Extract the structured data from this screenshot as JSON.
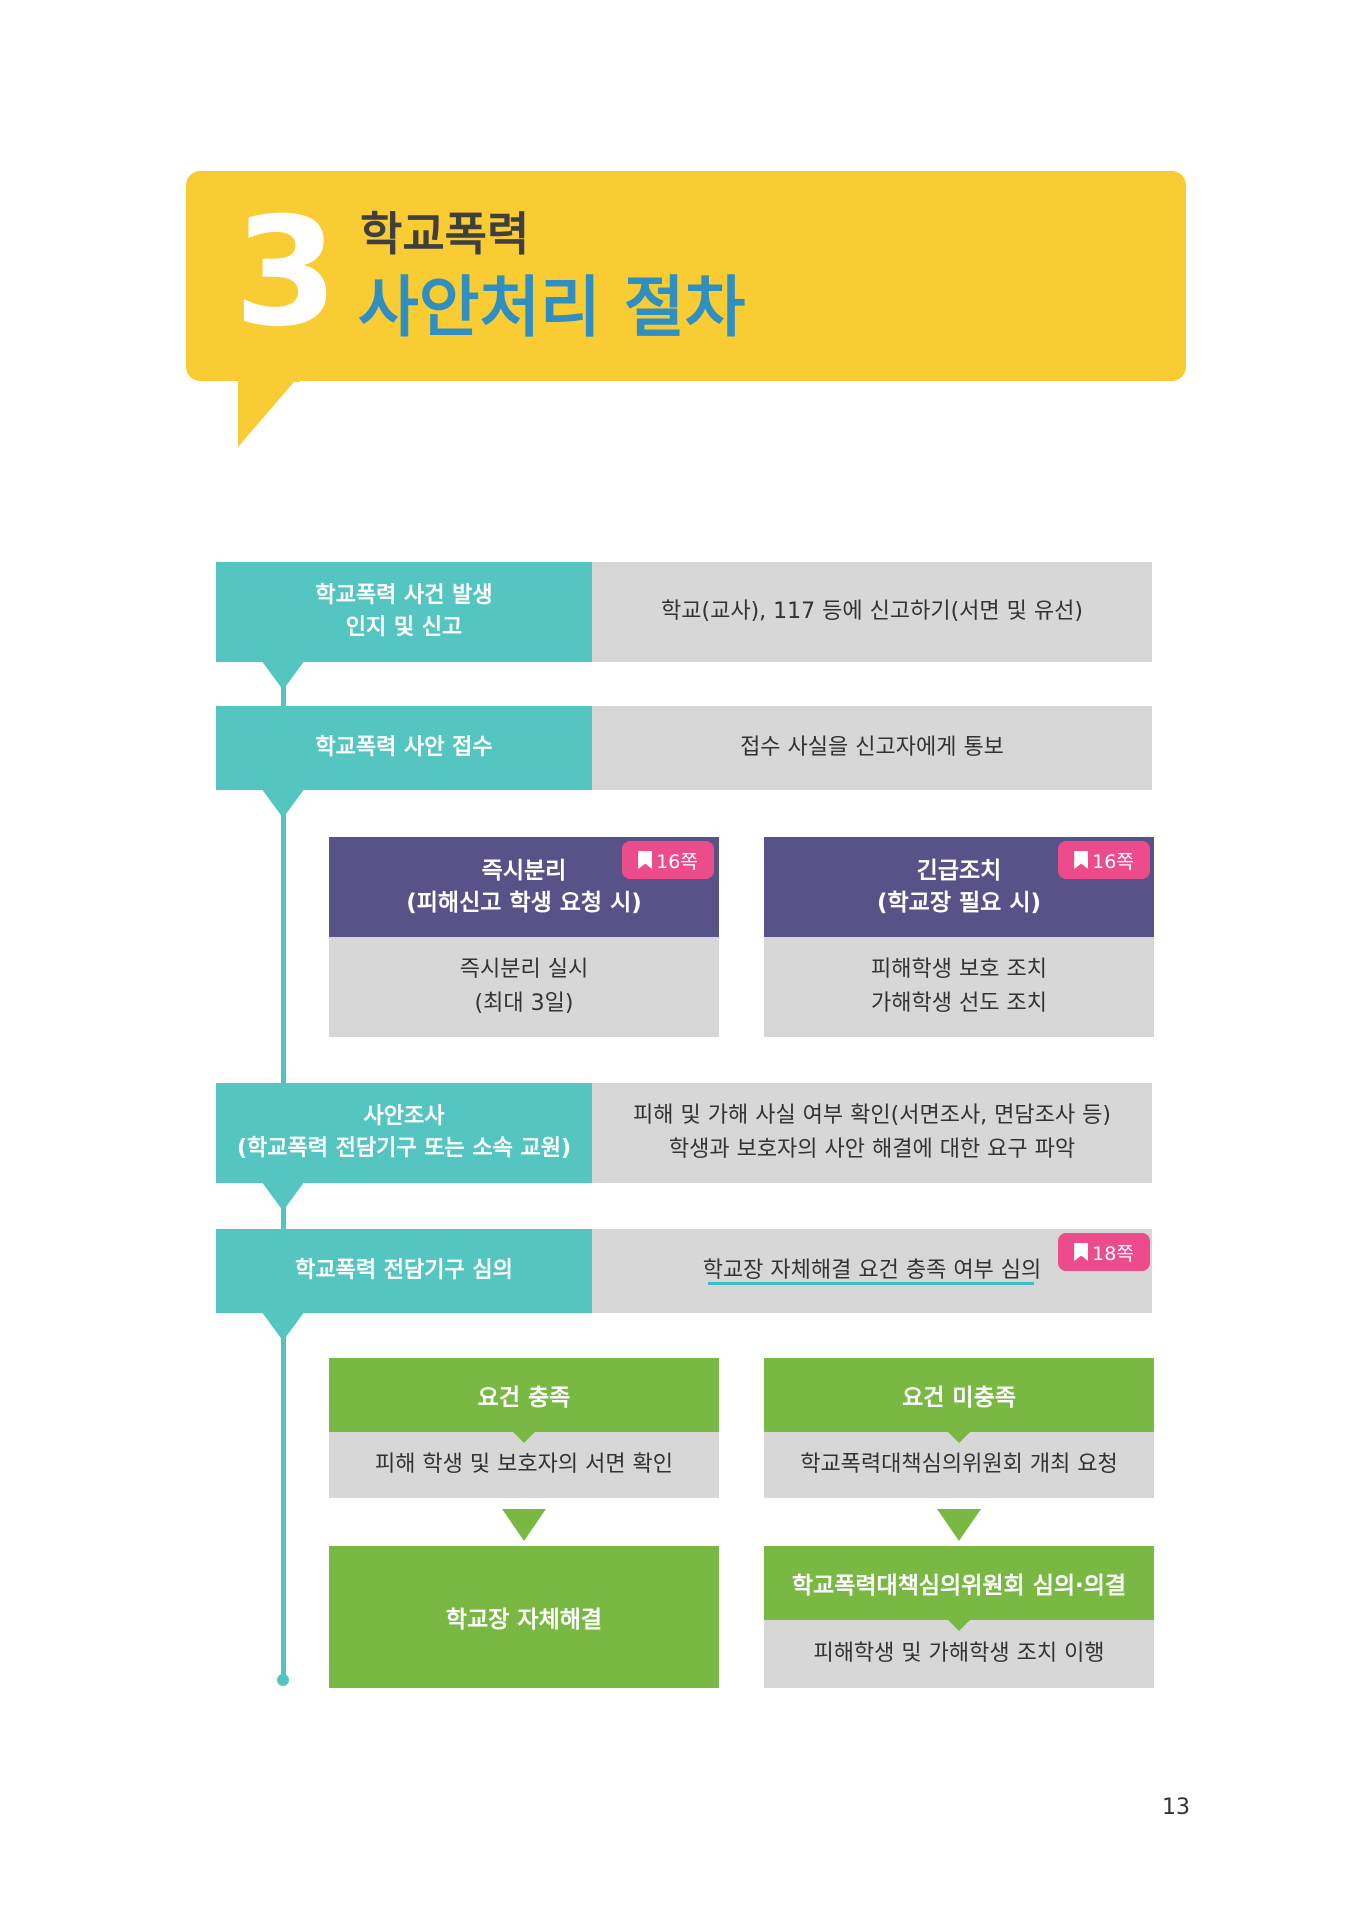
{
  "header": {
    "chapter_number": "3",
    "title_line1": "학교폭력",
    "title_line2": "사안처리 절차"
  },
  "flow": {
    "step1": {
      "left_line1": "학교폭력 사건 발생",
      "left_line2": "인지 및 신고",
      "right": "학교(교사), 117 등에 신고하기(서면 및 유선)"
    },
    "step2": {
      "left": "학교폭력 사안 접수",
      "right": "접수 사실을 신고자에게 통보"
    },
    "separation": {
      "head_line1": "즉시분리",
      "head_line2": "(피해신고 학생 요청 시)",
      "badge": "16쪽",
      "body_line1": "즉시분리 실시",
      "body_line2": "(최대 3일)"
    },
    "emergency": {
      "head_line1": "긴급조치",
      "head_line2": "(학교장 필요 시)",
      "badge": "16쪽",
      "body_line1": "피해학생 보호 조치",
      "body_line2": "가해학생 선도 조치"
    },
    "step3": {
      "left_line1": "사안조사",
      "left_line2": "(학교폭력 전담기구 또는 소속 교원)",
      "right_line1": "피해 및 가해 사실 여부 확인(서면조사, 면담조사 등)",
      "right_line2": "학생과 보호자의 사안 해결에 대한 요구 파악"
    },
    "step4": {
      "left": "학교폭력 전담기구 심의",
      "right": "학교장 자체해결 요건 충족 여부 심의",
      "badge": "18쪽"
    },
    "met": {
      "head": "요건 충족",
      "body": "피해 학생 및 보호자의 서면 확인",
      "result": "학교장 자체해결"
    },
    "not_met": {
      "head": "요건 미충족",
      "body": "학교폭력대책심의위원회 개최 요청",
      "result_head": "학교폭력대책심의위원회 심의·의결",
      "result_body": "피해학생 및 가해학생 조치 이행"
    }
  },
  "page_number": "13",
  "colors": {
    "banner": "#f9cc34",
    "teal": "#55c5c1",
    "purple": "#575288",
    "green": "#78b843",
    "grey": "#d6d7d6",
    "pink": "#ec4c8c",
    "title_blue": "#2f8fc0"
  },
  "icons": {
    "badge_icon": "bookmark-icon"
  }
}
